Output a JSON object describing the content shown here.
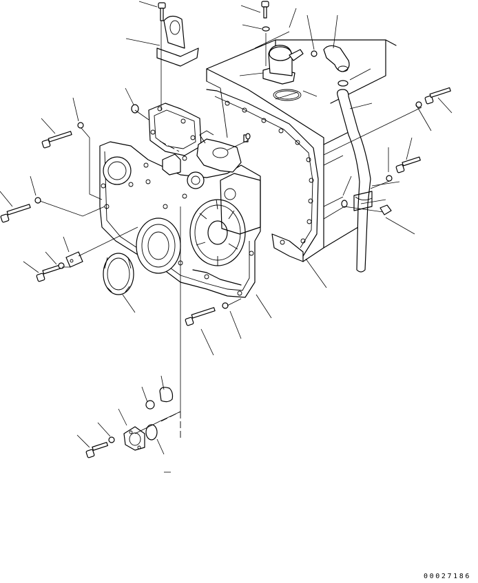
{
  "diagram": {
    "type": "exploded parts illustration",
    "subject_icon": "engine-front-gear-cover-assembly",
    "line_color": "#000000",
    "background_color": "#ffffff",
    "catalog_number": "00027186"
  }
}
